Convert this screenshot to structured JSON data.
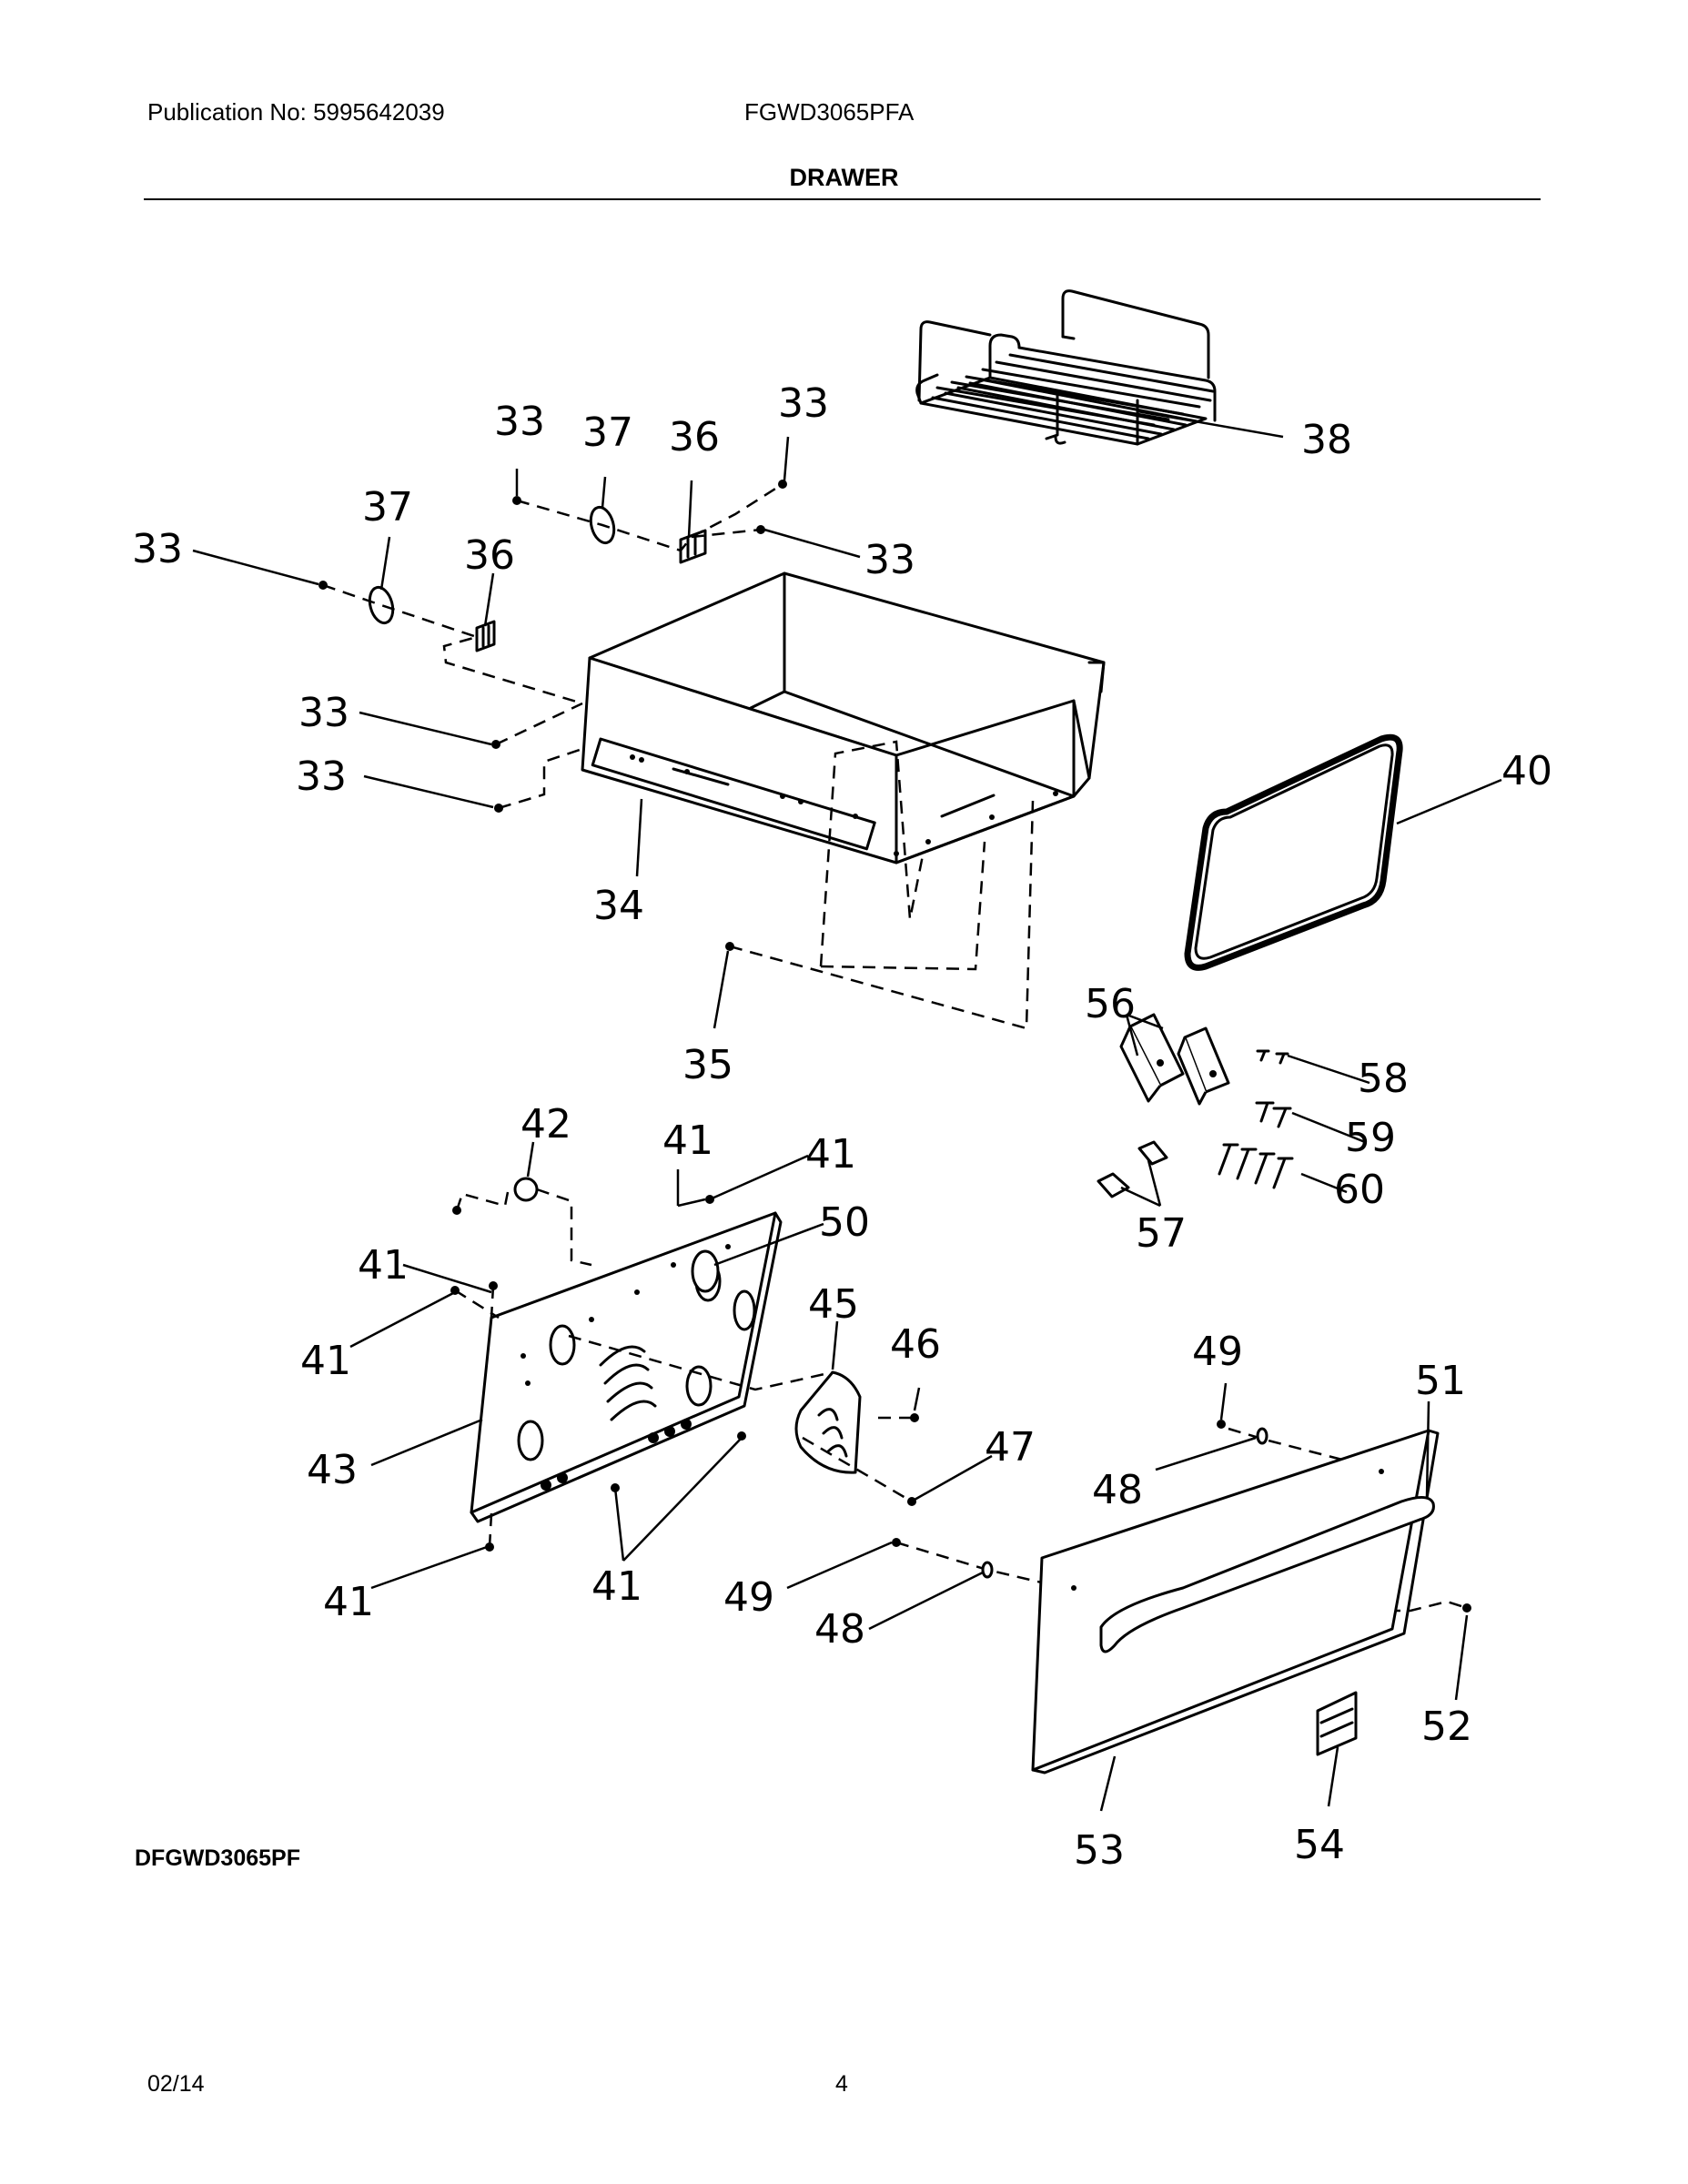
{
  "header": {
    "publication": "Publication No: 5995642039",
    "model": "FGWD3065PFA",
    "section_title": "DRAWER"
  },
  "footer": {
    "diagram_id": "DFGWD3065PF",
    "date": "02/14",
    "page_number": "4"
  },
  "callouts": {
    "c33a": "33",
    "c37a": "37",
    "c36a": "36",
    "c33b": "33",
    "c33c": "33",
    "c37b": "37",
    "c36b": "36",
    "c33d": "33",
    "c33e": "33",
    "c33f": "33",
    "c38": "38",
    "c34": "34",
    "c35": "35",
    "c40": "40",
    "c56": "56",
    "c58": "58",
    "c59": "59",
    "c60": "60",
    "c57": "57",
    "c42": "42",
    "c41a": "41",
    "c41b": "41",
    "c50": "50",
    "c41c": "41",
    "c41d": "41",
    "c45": "45",
    "c46": "46",
    "c43": "43",
    "c47": "47",
    "c41e": "41",
    "c41f": "41",
    "c49a": "49",
    "c51": "51",
    "c48a": "48",
    "c49b": "49",
    "c48b": "48",
    "c52": "52",
    "c53": "53",
    "c54": "54"
  }
}
